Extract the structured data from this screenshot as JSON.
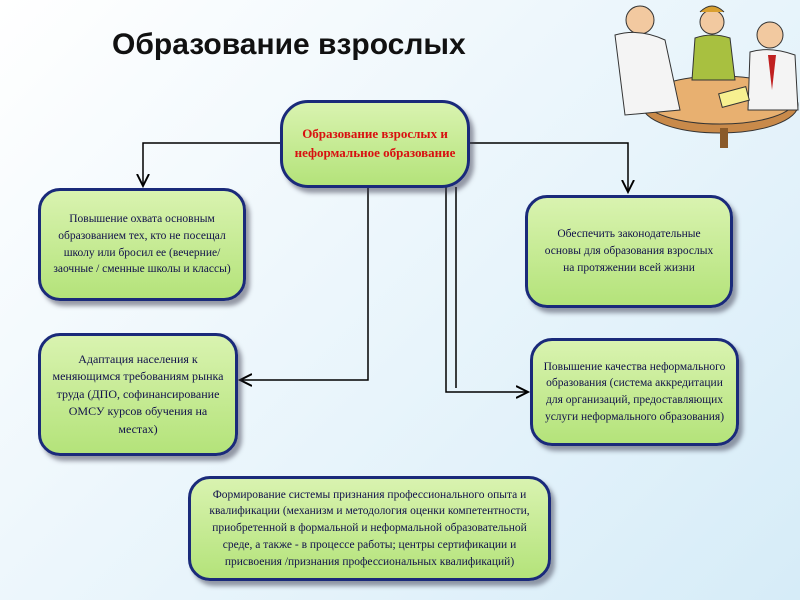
{
  "title": "Образование взрослых",
  "center": "Образование взрослых и неформальное образование",
  "boxes": {
    "left1": "Повышение охвата основным образованием тех, кто не посещал школу или бросил ее (вечерние/ заочные / сменные школы и классы)",
    "right1": "Обеспечить законодательные основы для образования взрослых на протяжении всей жизни",
    "left2": "Адаптация населения к меняющимся требованиям рынка труда (ДПО, софинансирование ОМСУ курсов обучения на местах)",
    "right2": "Повышение качества неформального образования (система аккредитации для организаций, предоставляющих услуги неформального образования)",
    "bottom": "Формирование системы признания профессионального опыта и квалификации (механизм и методология оценки компетентности, приобретенной в формальной и неформальной образовательной среде, а также - в процессе работы; центры сертификации и присвоения /признания профессиональных квалификаций)"
  },
  "colors": {
    "border": "#1a2a7a",
    "fill": "#b4e37a",
    "center_text": "#d81010"
  }
}
